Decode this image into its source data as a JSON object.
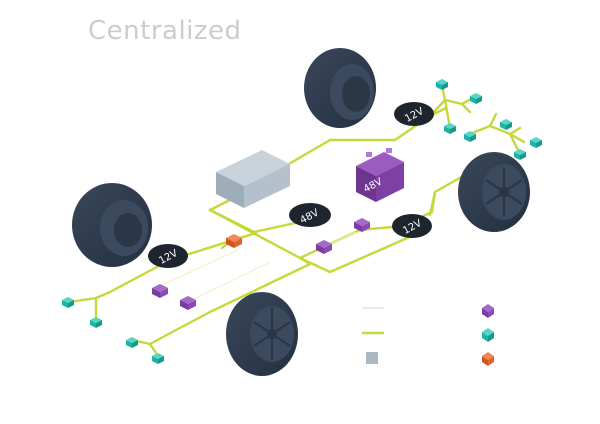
{
  "title": "Centralized",
  "voltages": {
    "v12_front": "12V",
    "v12_rear": "12V",
    "v12_right": "12V",
    "v48_center": "48V",
    "battery": "48V"
  },
  "legend": {
    "item1": "",
    "item2": "",
    "item3": "",
    "item4": "",
    "item5": "",
    "item6": ""
  },
  "colors": {
    "wire": "#c6d83a",
    "tire": "#2e3a4c",
    "rim": "#3f4e63",
    "ecu_central": "#aab8c4",
    "battery": "#7b3fa0",
    "node_purple": "#8a4bb0",
    "node_teal": "#1fb3a5",
    "node_orange": "#ea6a2c",
    "badge": "#1e252e"
  },
  "icons": [
    "wheel-icon",
    "battery-icon",
    "ecu-icon"
  ]
}
